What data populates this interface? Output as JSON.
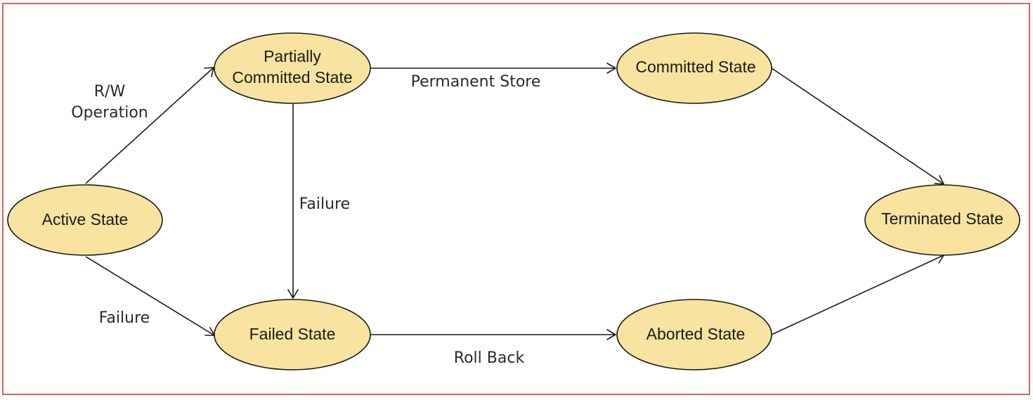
{
  "states": {
    "active": [
      "Active State"
    ],
    "partially_committed": [
      "Partially",
      "Committed State"
    ],
    "committed": [
      "Committed State"
    ],
    "failed": [
      "Failed State"
    ],
    "aborted": [
      "Aborted State"
    ],
    "terminated": [
      "Terminated State"
    ]
  },
  "transitions": {
    "rw_operation": [
      "R/W",
      "Operation"
    ],
    "permanent_store": [
      "Permanent Store"
    ],
    "failure_vertical": [
      "Failure"
    ],
    "failure_diagonal": [
      "Failure"
    ],
    "roll_back": [
      "Roll Back"
    ]
  },
  "colors": {
    "state_fill": "#f8e4a0",
    "frame_border": "#d32f2f",
    "stroke": "#1a1a1a"
  }
}
